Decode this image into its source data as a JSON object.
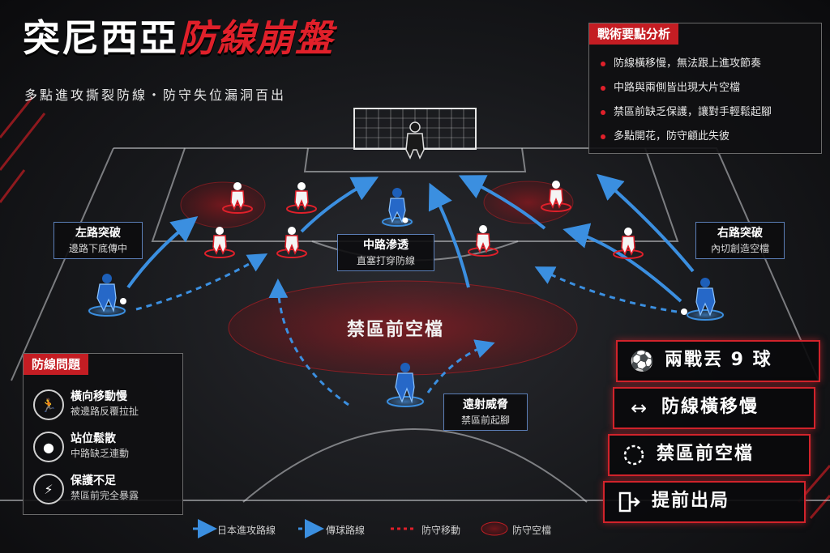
{
  "title": {
    "white": "突尼西亞",
    "red": "防線崩盤"
  },
  "subtitle": "多點進攻撕裂防線・防守失位漏洞百出",
  "tactics": {
    "heading": "戰術要點分析",
    "items": [
      "防線橫移慢，無法跟上進攻節奏",
      "中路與兩側皆出現大片空檔",
      "禁區前缺乏保護，讓對手輕鬆起腳",
      "多點開花，防守顧此失彼"
    ]
  },
  "labels": {
    "left": {
      "title": "左路突破",
      "sub": "邊路下底傳中"
    },
    "center": {
      "title": "中路滲透",
      "sub": "直塞打穿防線"
    },
    "right": {
      "title": "右路突破",
      "sub": "內切創造空檔"
    },
    "shot": {
      "title": "遠射威脅",
      "sub": "禁區前起腳"
    }
  },
  "zone_label": "禁區前空檔",
  "issues": {
    "heading": "防線問題",
    "items": [
      {
        "title": "橫向移動慢",
        "sub": "被邊路反覆拉扯",
        "icon": "running-icon"
      },
      {
        "title": "站位鬆散",
        "sub": "中路缺乏連動",
        "icon": "head-icon"
      },
      {
        "title": "保護不足",
        "sub": "禁區前完全暴露",
        "icon": "broken-shield-icon"
      }
    ]
  },
  "badges": [
    {
      "text": "兩戰丟 9 球",
      "icon": "soccer-ball-icon"
    },
    {
      "text": "防線橫移慢",
      "icon": "double-arrow-icon"
    },
    {
      "text": "禁區前空檔",
      "icon": "dashed-circle-icon"
    },
    {
      "text": "提前出局",
      "icon": "exit-door-icon"
    }
  ],
  "legend": {
    "attack": "日本進攻路線",
    "pass": "傳球路線",
    "defend": "防守移動",
    "gap": "防守空檔"
  },
  "colors": {
    "accent_red": "#d1232b",
    "attack_blue": "#3b8fe0",
    "defender_red": "#e0202a"
  }
}
